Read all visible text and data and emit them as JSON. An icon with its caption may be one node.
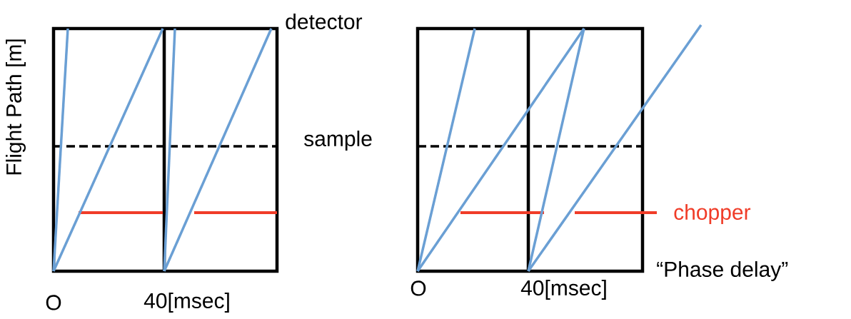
{
  "diagram": {
    "labels": [
      "Flight Path [m]",
      "detector",
      "sample",
      "chopper",
      "“Phase delay”",
      "O",
      "40[msec]",
      "O",
      "40[msec]"
    ]
  }
}
